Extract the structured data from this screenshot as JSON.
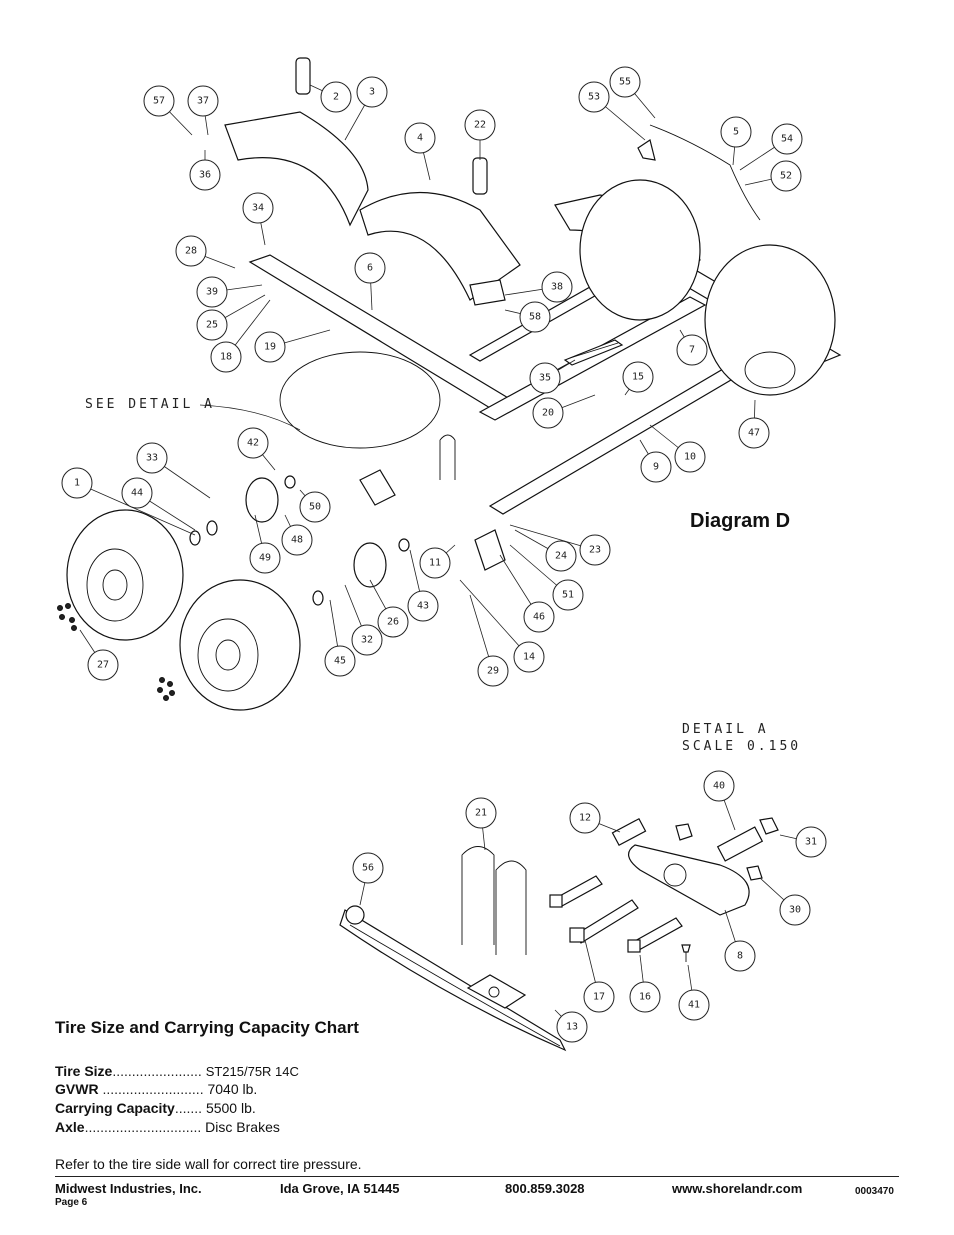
{
  "diagram": {
    "title": "Diagram D",
    "see_detail_label": "SEE DETAIL A",
    "detail_label_line1": "DETAIL A",
    "detail_label_line2": "SCALE 0.150",
    "callouts": [
      "57",
      "37",
      "36",
      "2",
      "3",
      "4",
      "22",
      "55",
      "53",
      "5",
      "54",
      "52",
      "34",
      "28",
      "39",
      "25",
      "18",
      "19",
      "6",
      "38",
      "58",
      "7",
      "35",
      "20",
      "15",
      "10",
      "9",
      "47",
      "42",
      "33",
      "1",
      "44",
      "49",
      "50",
      "48",
      "11",
      "24",
      "23",
      "51",
      "46",
      "43",
      "26",
      "32",
      "45",
      "27",
      "29",
      "14",
      "21",
      "56",
      "12",
      "40",
      "31",
      "30",
      "8",
      "17",
      "16",
      "41",
      "13"
    ]
  },
  "chart": {
    "title": "Tire Size and Carrying Capacity Chart",
    "rows": [
      {
        "label": "Tire Size",
        "dots": ".......................",
        "value": "ST215/75R 14C"
      },
      {
        "label": "GVWR",
        "dots": "..........................",
        "value": "7040 lb."
      },
      {
        "label": "Carrying Capacity",
        "dots": ".......",
        "value": "5500 lb."
      },
      {
        "label": "Axle",
        "dots": "..............................",
        "value": "Disc Brakes"
      }
    ],
    "note": "Refer to the tire side wall for correct tire pressure."
  },
  "footer": {
    "company": "Midwest Industries, Inc.",
    "city": "Ida Grove, IA  51445",
    "phone": "800.859.3028",
    "website": "www.shorelandr.com",
    "doc_number": "0003470",
    "page": "Page 6"
  }
}
